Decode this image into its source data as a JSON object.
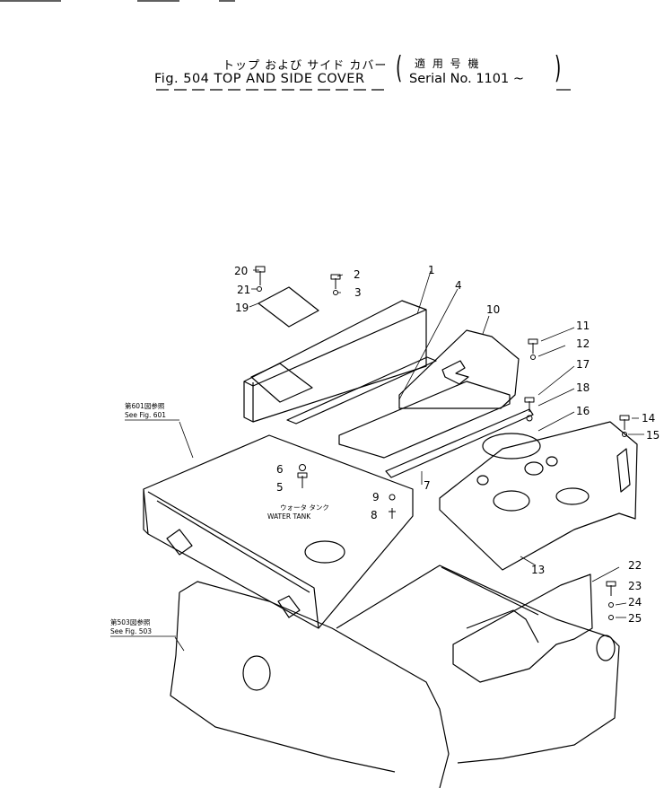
{
  "header": {
    "title_jp": "トップ および サイド カバー",
    "title_en": "Fig. 504  TOP  AND  SIDE  COVER",
    "serial_jp": "適 用 号 機",
    "serial_en": "Serial  No. 1101 ~",
    "paren_open": "(",
    "paren_close": ")"
  },
  "labels": {
    "tank_jp": "ウォータ タンク",
    "tank_en": "WATER TANK",
    "ref601_jp": "第601図参照",
    "ref601_en": "See Fig. 601",
    "ref503_jp": "第503図参照",
    "ref503_en": "See Fig. 503"
  },
  "parts": [
    "1",
    "2",
    "3",
    "4",
    "5",
    "6",
    "7",
    "8",
    "9",
    "10",
    "11",
    "12",
    "13",
    "14",
    "15",
    "16",
    "17",
    "18",
    "19",
    "20",
    "21",
    "22",
    "23",
    "24",
    "25"
  ],
  "part_labels": {
    "p20": "20",
    "p2": "2",
    "p21": "21",
    "p3": "3",
    "p19": "19",
    "p1": "1",
    "p4": "4",
    "p10": "10",
    "p11": "11",
    "p12": "12",
    "p17": "17",
    "p18": "18",
    "p16": "16",
    "p14": "14",
    "p15": "15",
    "p6": "6",
    "p5": "5",
    "p9": "9",
    "p7": "7",
    "p8": "8",
    "p13": "13",
    "p22": "22",
    "p23": "23",
    "p24": "24",
    "p25": "25"
  }
}
